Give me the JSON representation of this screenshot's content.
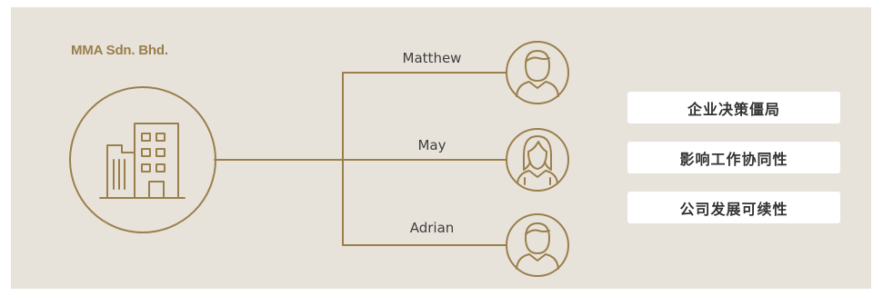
{
  "company": {
    "name": "MMA Sdn. Bhd.",
    "icon": "office-building-icon"
  },
  "people": [
    {
      "name": "Matthew",
      "icon": "man-avatar-icon"
    },
    {
      "name": "May",
      "icon": "woman-avatar-icon"
    },
    {
      "name": "Adrian",
      "icon": "man-avatar-icon"
    }
  ],
  "impacts": [
    {
      "label": "企业决策僵局"
    },
    {
      "label": "影响工作协同性"
    },
    {
      "label": "公司发展可续性"
    }
  ],
  "colors": {
    "background": "#e8e3da",
    "accent": "#9a7f4c",
    "text": "#3f3f3f",
    "tag_background": "#ffffff"
  }
}
